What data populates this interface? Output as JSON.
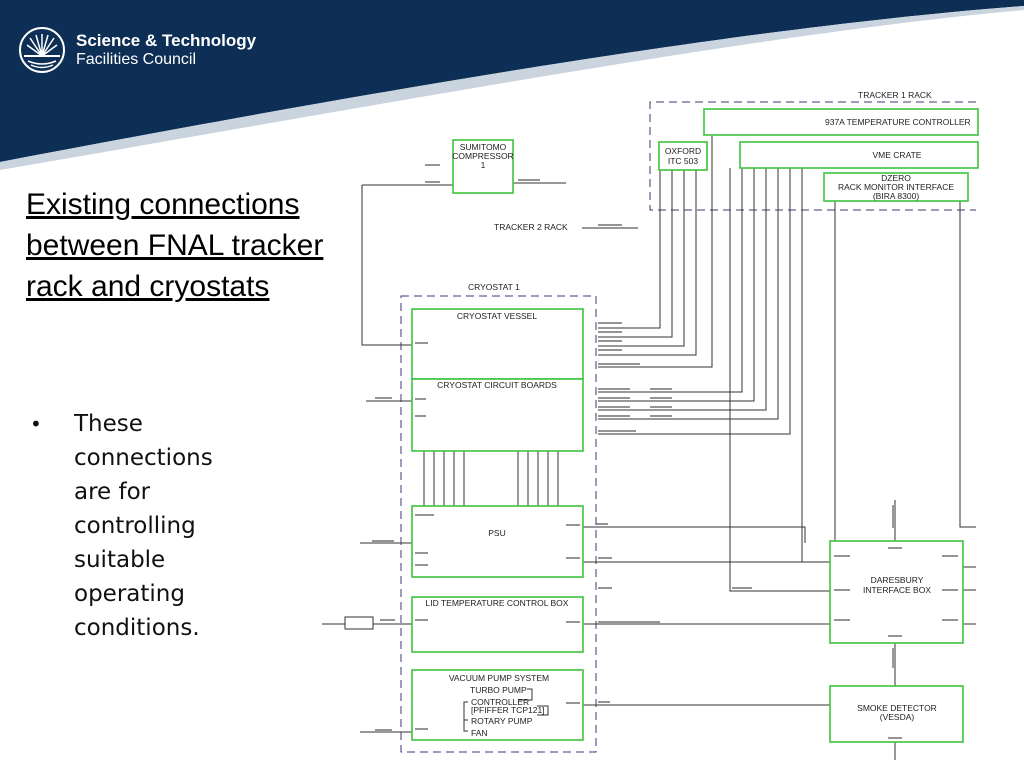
{
  "header": {
    "org_line1": "Science & Technology",
    "org_line2": "Facilities Council",
    "colors": {
      "banner": "#0e2f55",
      "box_outline": "#3ec43e",
      "rack_dash": "#3a3a7a"
    }
  },
  "slide": {
    "title": "Existing connections between FNAL tracker rack and cryostats",
    "bullet": "These connections are for controlling suitable operating conditions."
  },
  "diagram": {
    "tracker1_rack": "TRACKER 1 RACK",
    "temp_controller": "937A TEMPERATURE CONTROLLER",
    "oxford_1": "OXFORD",
    "oxford_2": "ITC 503",
    "vme_crate": "VME CRATE",
    "dzero_1": "DZERO",
    "dzero_2": "RACK MONITOR INTERFACE",
    "dzero_3": "(BIRA 8300)",
    "sumitomo_1": "SUMITOMO",
    "sumitomo_2": "COMPRESSOR",
    "sumitomo_3": "1",
    "tracker2_rack": "TRACKER 2 RACK",
    "cryostat1": "CRYOSTAT 1",
    "cryostat_vessel": "CRYOSTAT VESSEL",
    "circuit_boards": "CRYOSTAT CIRCUIT BOARDS",
    "psu": "PSU",
    "lid_temp": "LID TEMPERATURE CONTROL BOX",
    "vacuum_1": "VACUUM PUMP SYSTEM",
    "vacuum_2": "TURBO PUMP",
    "vacuum_3": "CONTROLLER",
    "vacuum_4": "[PFIFFER TCP121]",
    "vacuum_5": "ROTARY PUMP",
    "vacuum_6": "FAN",
    "daresbury_1": "DARESBURY",
    "daresbury_2": "INTERFACE BOX",
    "smoke_1": "SMOKE DETECTOR",
    "smoke_2": "(VESDA)"
  }
}
